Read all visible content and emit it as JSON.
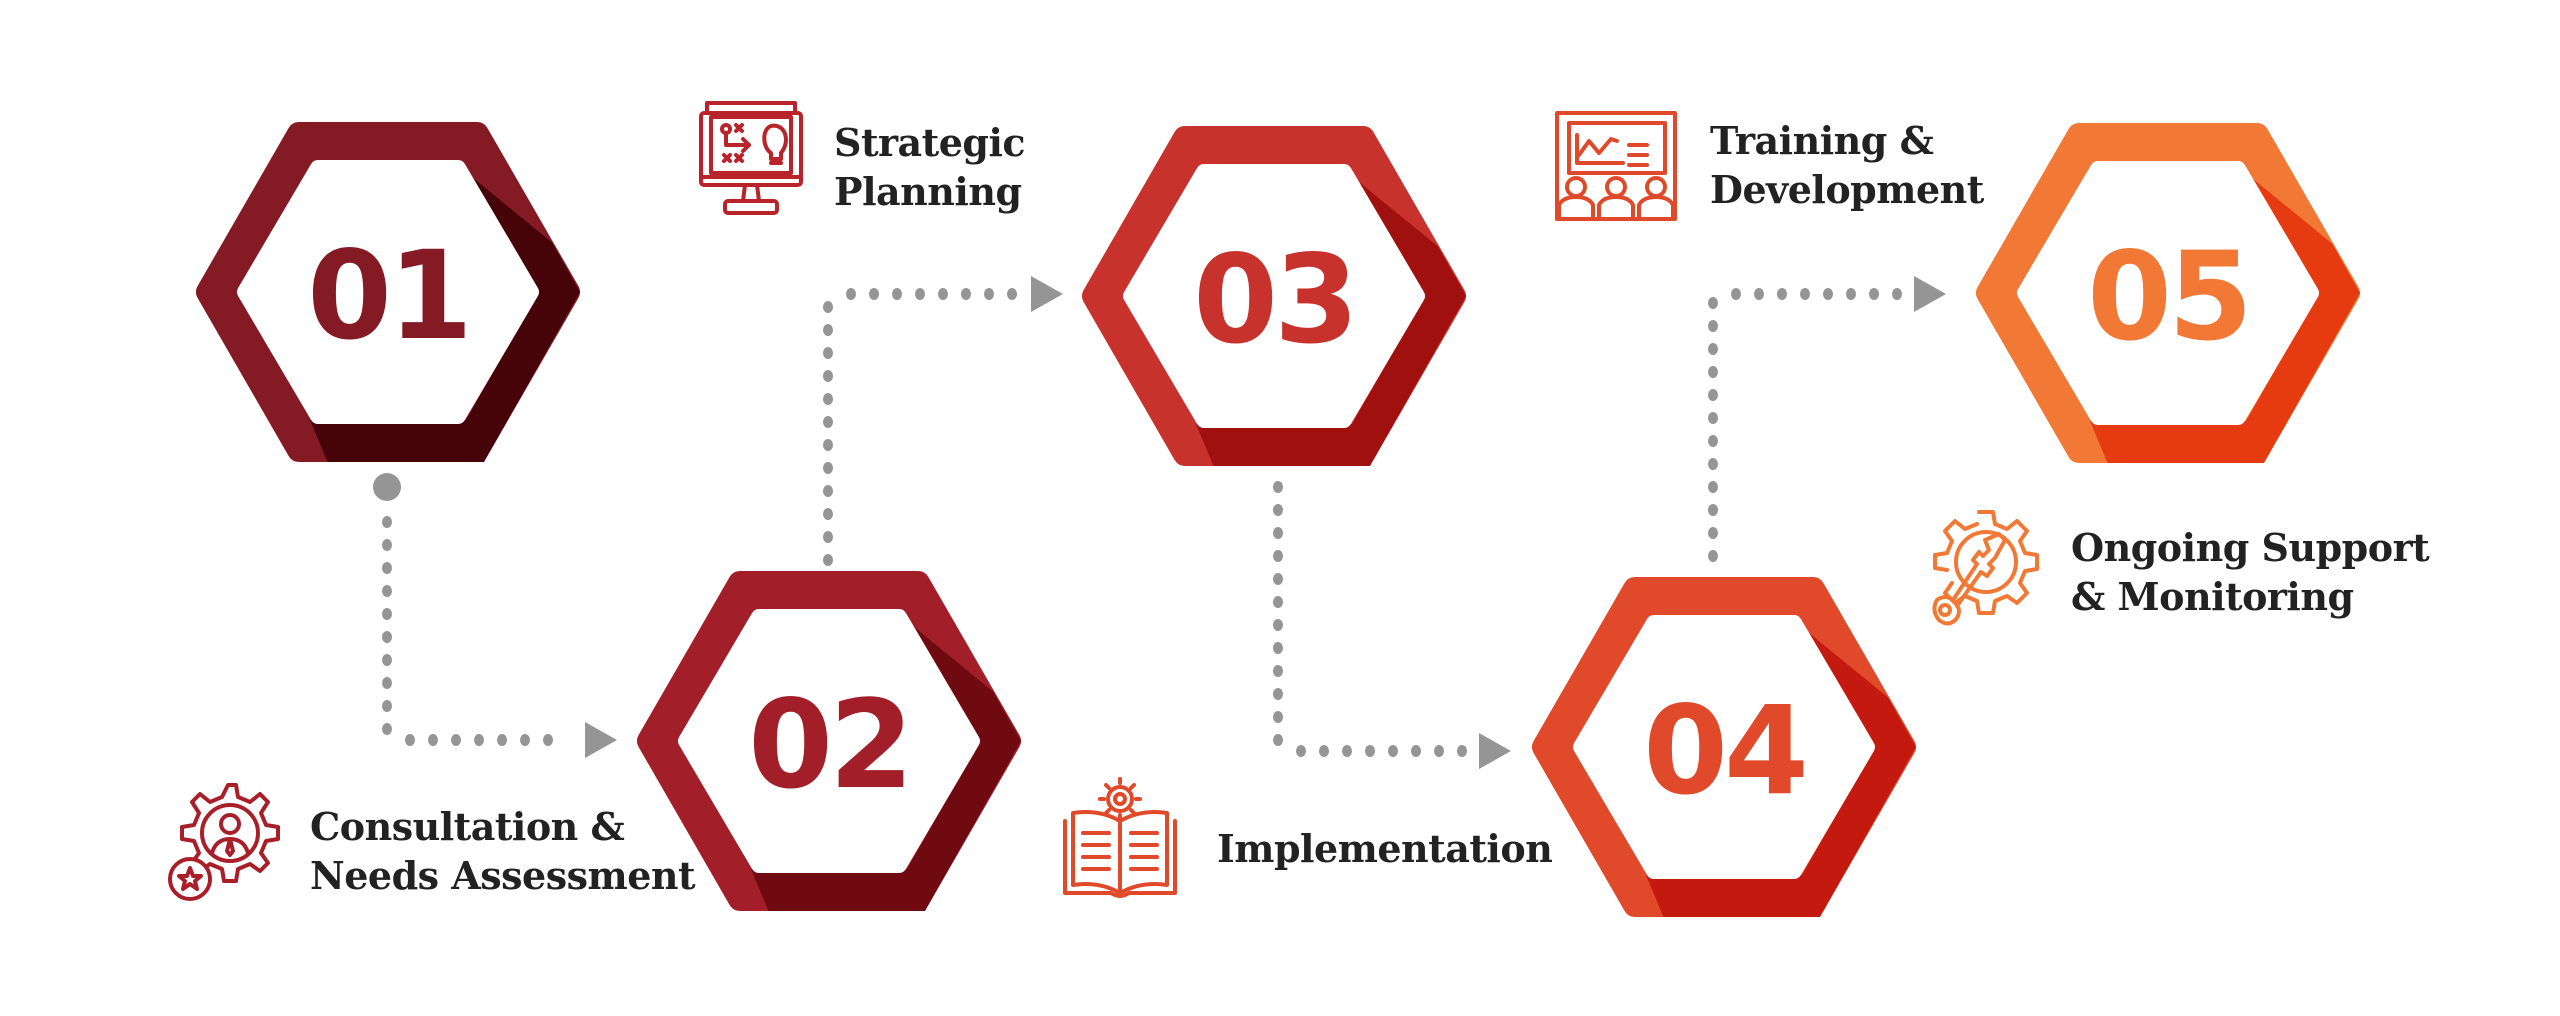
{
  "steps": [
    {
      "number": "01",
      "color": "#841A23",
      "shade": "#470408"
    },
    {
      "number": "02",
      "color": "#A21F2A",
      "shade": "#6E0A10"
    },
    {
      "number": "03",
      "color": "#C8322D",
      "shade": "#A0100E"
    },
    {
      "number": "04",
      "color": "#E04A2A",
      "shade": "#C4190E"
    },
    {
      "number": "05",
      "color": "#F27935",
      "shade": "#E63A10"
    }
  ],
  "labels": {
    "consultation": {
      "line1": "Consultation &",
      "line2": "Needs Assessment",
      "icon": "gear-person-star-icon",
      "color": "#A81F2A"
    },
    "strategic": {
      "line1": "Strategic",
      "line2": "Planning",
      "icon": "monitor-strategy-bulb-icon",
      "color": "#B8242A"
    },
    "implementation": {
      "line1": "Implementation",
      "icon": "book-gear-icon",
      "color": "#E04A2A"
    },
    "training": {
      "line1": "Training &",
      "line2": "Development",
      "icon": "presentation-audience-icon",
      "color": "#E04A2A"
    },
    "ongoing": {
      "line1": "Ongoing Support",
      "line2": "& Monitoring",
      "icon": "gear-wrench-icon",
      "color": "#F27935"
    }
  },
  "connector_color": "#959595"
}
